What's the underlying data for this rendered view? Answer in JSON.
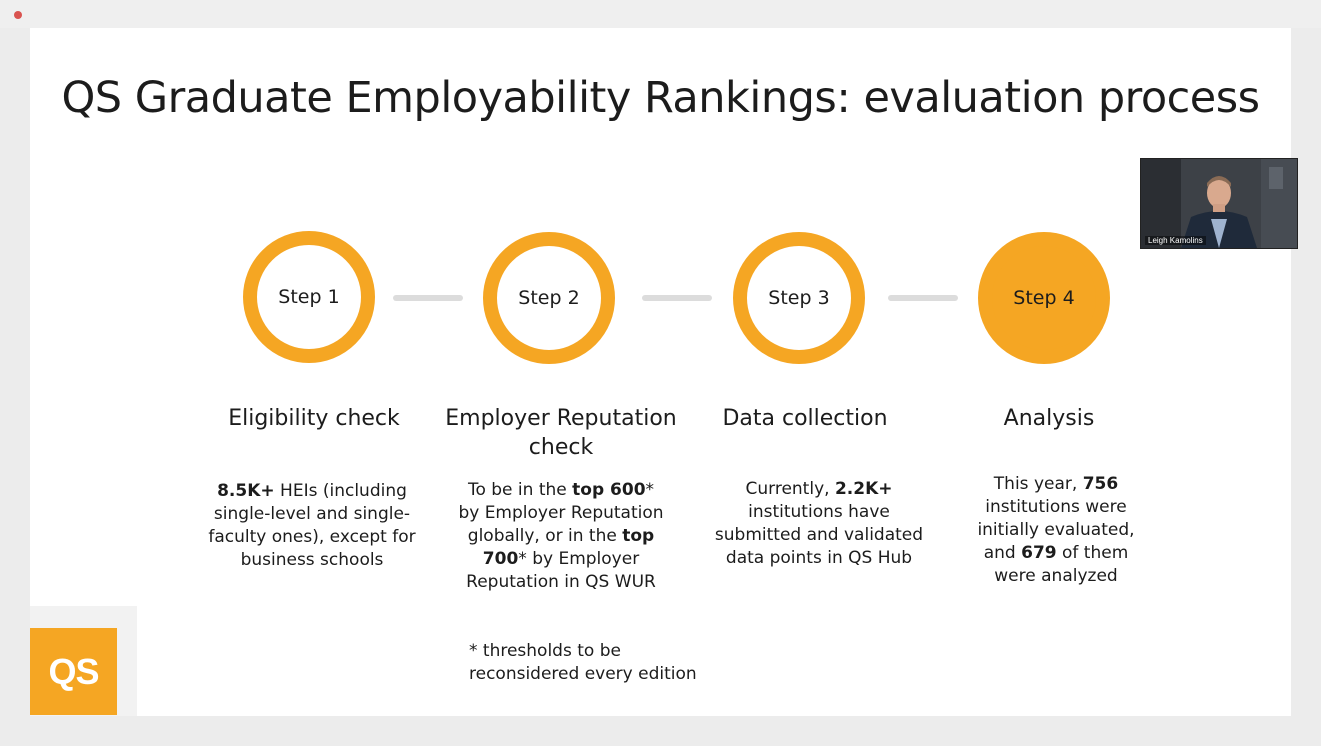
{
  "meeting": {
    "presenter_label": "Leigh Kamolins"
  },
  "slide": {
    "title": "QS Graduate Employability Rankings: evaluation process",
    "logo_text": "QS",
    "accent_color": "#f5a623",
    "steps": [
      {
        "label": "Step 1",
        "heading": "Eligibility check",
        "desc": {
          "b1": "8.5K+",
          "t1": " HEIs (including single-level and single-faculty ones), except for business schools"
        }
      },
      {
        "label": "Step 2",
        "heading": "Employer Reputation check",
        "desc": {
          "t1": "To be in the ",
          "b1": "top 600",
          "t2": "* by Employer Reputation globally, or in the ",
          "b2": "top 700",
          "t3": "* by Employer Reputation in QS WUR"
        },
        "note": "* thresholds to be reconsidered every edition"
      },
      {
        "label": "Step 3",
        "heading": "Data collection",
        "desc": {
          "t1": "Currently, ",
          "b1": "2.2K+",
          "t2": " institutions have submitted and validated data points in QS Hub"
        }
      },
      {
        "label": "Step 4",
        "heading": "Analysis",
        "desc": {
          "t1": "This year, ",
          "b1": "756",
          "t2": " institutions were initially evaluated, and ",
          "b2": "679",
          "t3": " of them were analyzed"
        }
      }
    ]
  }
}
